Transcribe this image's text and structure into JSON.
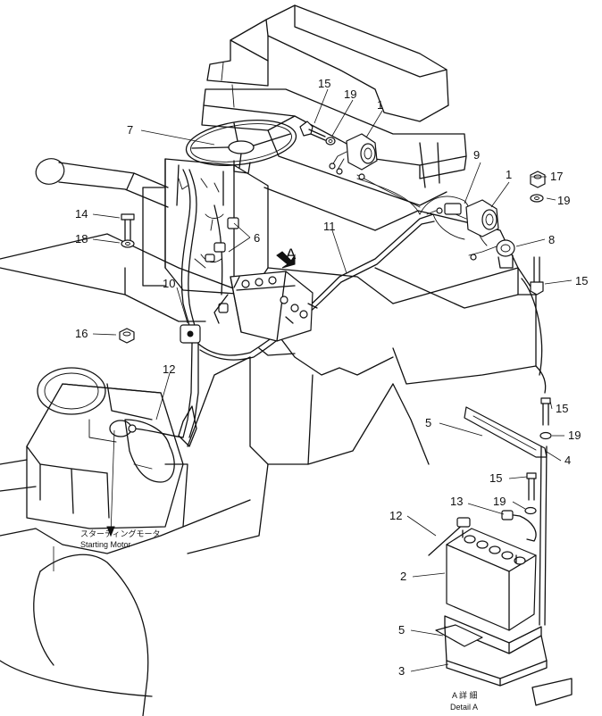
{
  "callouts": {
    "c1a": "1",
    "c1b": "1",
    "c2": "2",
    "c3": "3",
    "c4": "4",
    "c5a": "5",
    "c5b": "5",
    "c6": "6",
    "c7": "7",
    "c8": "8",
    "c9": "9",
    "c10": "10",
    "c11": "11",
    "c12a": "12",
    "c12b": "12",
    "c13": "13",
    "c14": "14",
    "c15a": "15",
    "c15b": "15",
    "c15c": "15",
    "c15d": "15",
    "c16": "16",
    "c17": "17",
    "c18": "18",
    "c19a": "19",
    "c19b": "19",
    "c19c": "19",
    "c19d": "19"
  },
  "view_marker": "A",
  "starting_motor": {
    "jp": "スターティングモータ",
    "en": "Starting Motor"
  },
  "detail": {
    "jp": "A 詳 細",
    "en": "Detail A"
  }
}
